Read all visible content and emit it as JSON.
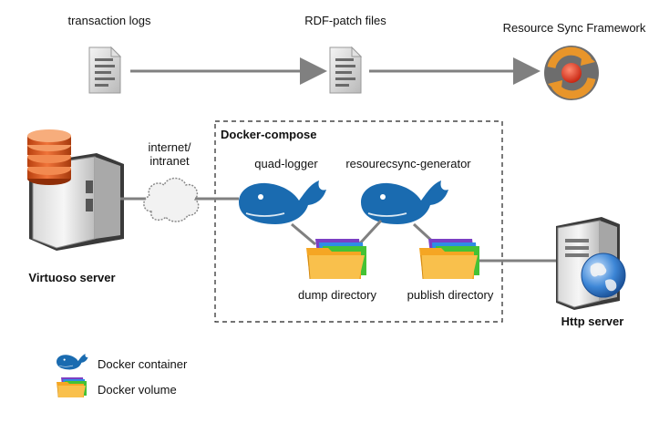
{
  "labels": {
    "transaction_logs": "transaction logs",
    "rdf_patch_files": "RDF-patch files",
    "resource_sync_framework": "Resource Sync Framework",
    "docker_compose": "Docker-compose",
    "internet_line1": "internet/",
    "internet_line2": "intranet",
    "quad_logger": "quad-logger",
    "resourcesync_generator": "resourecsync-generator",
    "virtuoso_server": "Virtuoso server",
    "dump_directory": "dump directory",
    "publish_directory": "publish directory",
    "http_server": "Http server"
  },
  "legend": {
    "container_label": "Docker container",
    "volume_label": "Docker volume"
  },
  "icons": {
    "document": "document-icon",
    "sync": "resource-sync-icon",
    "database_server": "database-server-icon",
    "cloud": "cloud-icon",
    "container": "docker-whale-icon",
    "volume": "folder-volume-icon",
    "web_server": "web-server-globe-icon"
  },
  "colors": {
    "whale": "#1a6bb0",
    "arrow": "#808080",
    "folder": "#f5a623",
    "sync_orange": "#e8952a",
    "database": "#d9541e"
  }
}
